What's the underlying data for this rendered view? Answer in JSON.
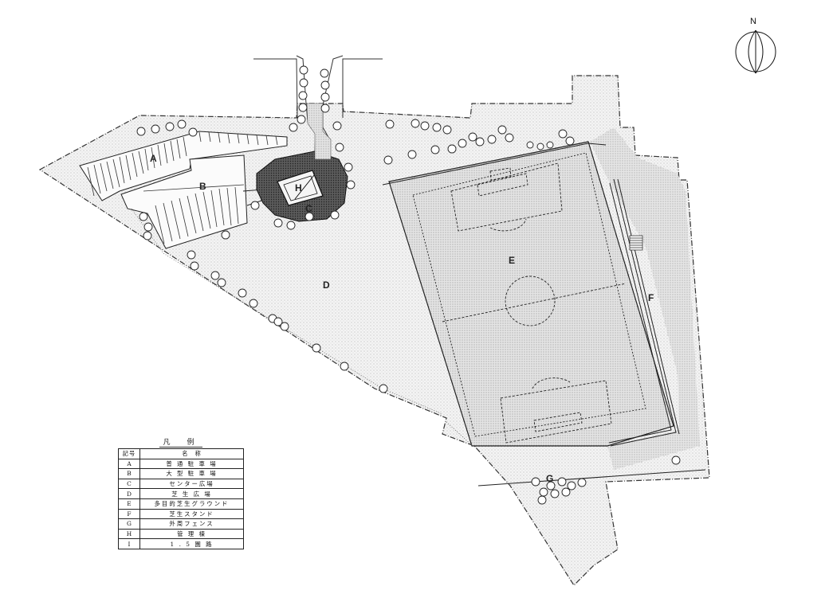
{
  "north_label": "N",
  "area_labels": {
    "A": "A",
    "B": "B",
    "C": "C",
    "D": "D",
    "E": "E",
    "F": "F",
    "G": "G",
    "H": "H"
  },
  "legend": {
    "title": "凡　例",
    "col_code": "記号",
    "col_name": "名　称",
    "rows": [
      {
        "code": "A",
        "name": "普 通 駐 車 場"
      },
      {
        "code": "B",
        "name": "大 型 駐 車 場"
      },
      {
        "code": "C",
        "name": "センター広場"
      },
      {
        "code": "D",
        "name": "芝 生 広 場"
      },
      {
        "code": "E",
        "name": "多目的芝生グラウンド"
      },
      {
        "code": "F",
        "name": "芝生スタンド"
      },
      {
        "code": "G",
        "name": "外周フェンス"
      },
      {
        "code": "H",
        "name": "管 理 棟"
      },
      {
        "code": "I",
        "name": "1 . 5 園 路"
      }
    ]
  },
  "colors": {
    "line": "#222222",
    "field_fill": "#e6e6e6",
    "plaza_fill": "#555555",
    "ground_fill": "#f1f1f1"
  }
}
